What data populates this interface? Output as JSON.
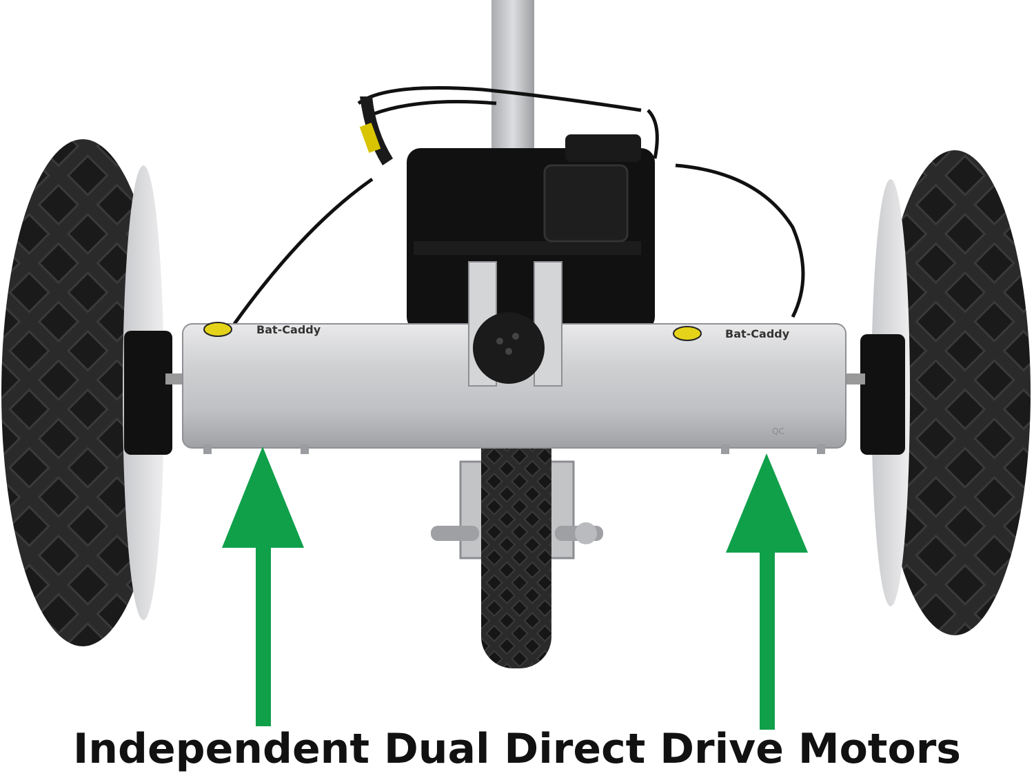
{
  "photo": {
    "subject": "golf-cart-rear-axle",
    "brand_left": "Bat-Caddy",
    "brand_right": "Bat-Caddy",
    "axle_mark": "QC"
  },
  "annotations": {
    "arrow_color": "#10a04a",
    "arrow_count": 2
  },
  "caption": {
    "text": "Independent Dual Direct Drive Motors"
  }
}
